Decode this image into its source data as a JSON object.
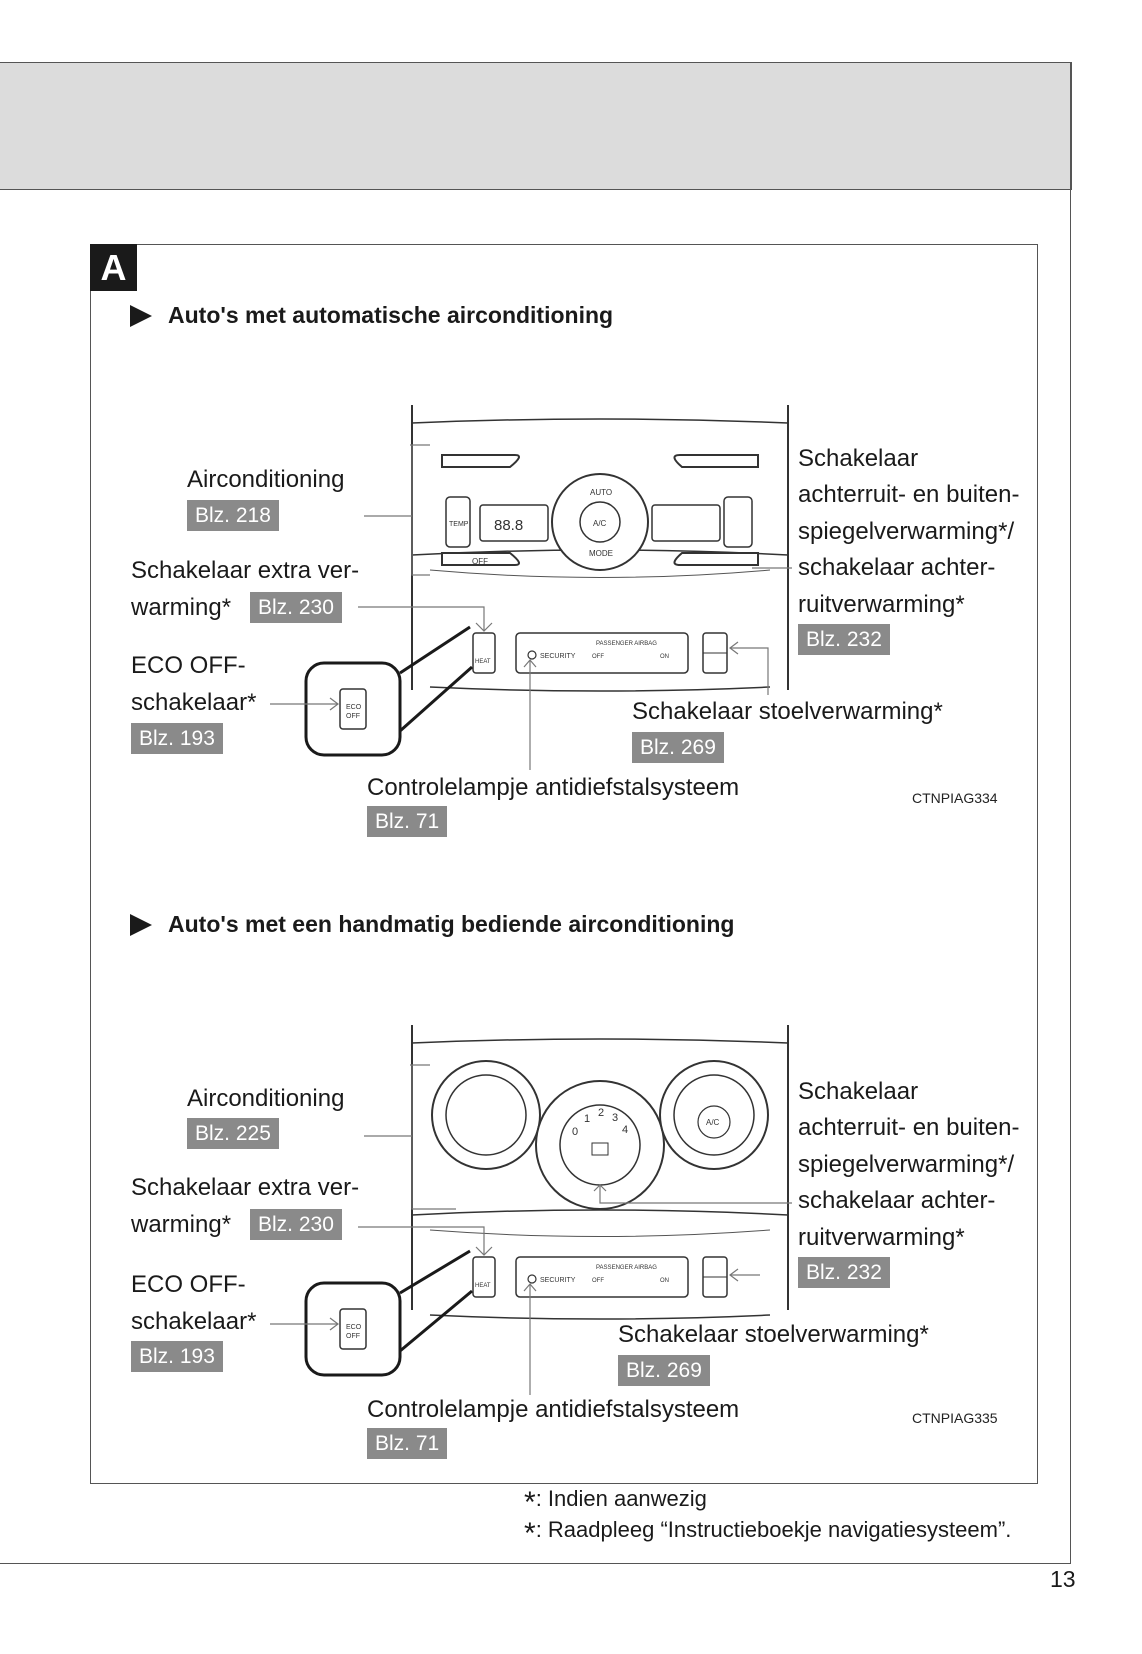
{
  "section_letter": "A",
  "sections": [
    {
      "heading": "Auto's met automatische airconditioning",
      "labels": {
        "aircon": "Airconditioning",
        "aircon_page": "Blz. 218",
        "extra_heat_1": "Schakelaar extra ver-",
        "extra_heat_2": "warming",
        "extra_heat_page": "Blz. 230",
        "eco_1": "ECO OFF-",
        "eco_2": "schakelaar",
        "eco_page": "Blz. 193",
        "defog_1": "Schakelaar",
        "defog_2": "achterruit- en buiten-",
        "defog_3": "spiegelverwarming",
        "defog_4": "schakelaar achter-",
        "defog_5": "ruitverwarming",
        "defog_page": "Blz. 232",
        "seat_heat": "Schakelaar stoelverwarming",
        "seat_heat_page": "Blz. 269",
        "security": "Controlelampje antidiefstalsysteem",
        "security_page": "Blz. 71"
      },
      "figure_code": "CTNPIAG334"
    },
    {
      "heading": "Auto's met een handmatig bediende airconditioning",
      "labels": {
        "aircon": "Airconditioning",
        "aircon_page": "Blz. 225",
        "extra_heat_1": "Schakelaar extra ver-",
        "extra_heat_2": "warming",
        "extra_heat_page": "Blz. 230",
        "eco_1": "ECO OFF-",
        "eco_2": "schakelaar",
        "eco_page": "Blz. 193",
        "defog_1": "Schakelaar",
        "defog_2": "achterruit- en buiten-",
        "defog_3": "spiegelverwarming",
        "defog_4": "schakelaar achter-",
        "defog_5": "ruitverwarming",
        "defog_page": "Blz. 232",
        "seat_heat": "Schakelaar stoelverwarming",
        "seat_heat_page": "Blz. 269",
        "security": "Controlelampje antidiefstalsysteem",
        "security_page": "Blz. 71"
      },
      "figure_code": "CTNPIAG335"
    }
  ],
  "panel_text": {
    "temp": "TEMP",
    "auto": "AUTO",
    "ac": "A/C",
    "mode": "MODE",
    "off": "OFF",
    "display": "88.8",
    "security": "SECURITY",
    "passenger_airbag": "PASSENGER AIRBAG",
    "airbag_off": "OFF",
    "airbag_on": "ON",
    "eco": "ECO",
    "eco_off": "OFF",
    "heat": "HEAT",
    "knob_numbers": [
      "0",
      "1",
      "2",
      "3",
      "4"
    ]
  },
  "footnotes": {
    "star": "*",
    "note1": ": Indien aanwezig",
    "note2": ": Raadpleeg “Instructieboekje navigatiesysteem”."
  },
  "page_number": "13"
}
